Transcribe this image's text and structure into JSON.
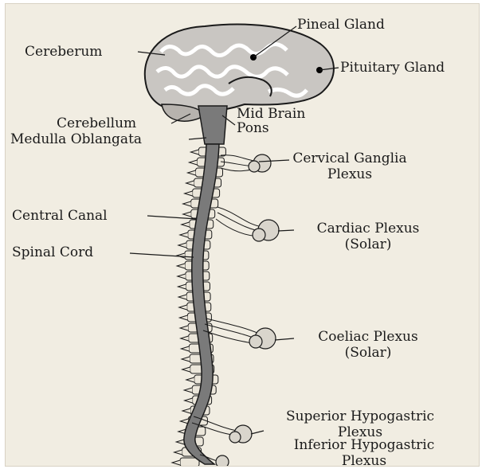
{
  "labels": {
    "pineal_gland": "Pineal Gland",
    "cereberum": "Cereberum",
    "pituitary_gland": "Pituitary Gland",
    "cerebellum": "Cerebellum",
    "mid_brain": "Mid Brain",
    "pons": "Pons",
    "medulla_oblangata": "Medulla Oblangata",
    "cervical_ganglia_1": "Cervical Ganglia",
    "cervical_ganglia_2": "Plexus",
    "central_canal": "Central Canal",
    "cardiac_plexus_1": "Cardiac Plexus",
    "cardiac_plexus_2": "(Solar)",
    "spinal_cord": "Spinal Cord",
    "coeliac_plexus_1": "Coeliac Plexus",
    "coeliac_plexus_2": "(Solar)",
    "superior_hypogastric_1": "Superior Hypogastric",
    "superior_hypogastric_2": "Plexus",
    "inferior_hypogastric_1": "Inferior Hypogastric",
    "inferior_hypogastric_2": "Plexus"
  },
  "colors": {
    "background": "#f1ede2",
    "brain_fill": "#c9c6c2",
    "cord_fill": "#7a7a7a",
    "ink": "#1a1a1a"
  }
}
